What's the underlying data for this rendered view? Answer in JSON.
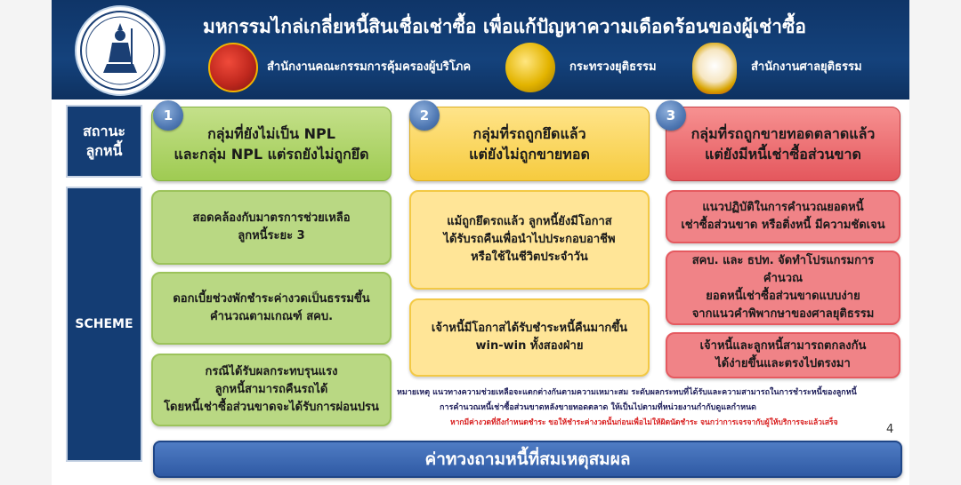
{
  "header": {
    "title": "มหกรรมไกล่เกลี่ยหนี้สินเชื่อเช่าซื้อ เพื่อแก้ปัญหาความเดือดร้อนของผู้เช่าซื้อ",
    "agencies": [
      {
        "name": "สำนักงานคณะกรรมการคุ้มครองผู้บริโภค",
        "icon": "ocpb-seal-icon"
      },
      {
        "name": "กระทรวงยุติธรรม",
        "icon": "ministry-of-justice-seal-icon"
      },
      {
        "name": "สำนักงานศาลยุติธรรม",
        "icon": "office-of-courts-seal-icon"
      }
    ],
    "logo_icon": "bank-of-thailand-logo-icon"
  },
  "labels": {
    "status": "สถานะ\nลูกหนี้",
    "scheme": "SCHEME"
  },
  "groups": [
    {
      "number": "1",
      "title": "กลุ่มที่ยังไม่เป็น NPL\nและกลุ่ม NPL แต่รถยังไม่ถูกยึด",
      "color": "#a8d060"
    },
    {
      "number": "2",
      "title": "กลุ่มที่รถถูกยึดแล้ว\nแต่ยังไม่ถูกขายทอด",
      "color": "#f8d04a"
    },
    {
      "number": "3",
      "title": "กลุ่มที่รถถูกขายทอดตลาดแล้ว\nแต่ยังมีหนี้เช่าซื้อส่วนขาด",
      "color": "#e95e63"
    }
  ],
  "schemes": {
    "group1": [
      "สอดคล้องกับมาตรการช่วยเหลือ\nลูกหนี้ระยะ 3",
      "ดอกเบี้ยช่วงพักชำระค่างวดเป็นธรรมขึ้น\nคำนวณตามเกณฑ์ สคบ.",
      "กรณีได้รับผลกระทบรุนแรง\nลูกหนี้สามารถคืนรถได้\nโดยหนี้เช่าซื้อส่วนขาดจะได้รับการผ่อนปรน"
    ],
    "group2": [
      "แม้ถูกยึดรถแล้ว ลูกหนี้ยังมีโอกาส\nได้รับรถคืนเพื่อนำไปประกอบอาชีพ\nหรือใช้ในชีวิตประจำวัน",
      "เจ้าหนี้มีโอกาสได้รับชำระหนี้คืนมากขึ้น\nwin-win ทั้งสองฝ่าย"
    ],
    "group3": [
      "แนวปฏิบัติในการคำนวณยอดหนี้\nเช่าซื้อส่วนขาด หรือติ่งหนี้ มีความชัดเจน",
      "สคบ. และ ธปท. จัดทำโปรแกรมการคำนวณ\nยอดหนี้เช่าซื้อส่วนขาดแบบง่าย\nจากแนวคำพิพากษาของศาลยุติธรรม",
      "เจ้าหนี้และลูกหนี้สามารถตกลงกัน\nได้ง่ายขึ้นและตรงไปตรงมา"
    ]
  },
  "note": {
    "line1": "หมายเหตุ  แนวทางความช่วยเหลือจะแตกต่างกันตามความเหมาะสม ระดับผลกระทบที่ได้รับและความสามารถในการชำระหนี้ของลูกหนี้",
    "line2": "การคำนวณหนี้เช่าซื้อส่วนขาดหลังขายทอดตลาด ให้เป็นไปตามที่หน่วยงานกำกับดูแลกำหนด",
    "line3": "หากมีค่างวดที่ถึงกำหนดชำระ ขอให้ชำระค่างวดนั้นก่อนเพื่อไม่ให้ผิดนัดชำระ จนกว่าการเจรจากับผู้ให้บริการจะแล้วเสร็จ"
  },
  "page_number": "4",
  "footer": "ค่าทวงถามหนี้ที่สมเหตุสมผล",
  "colors": {
    "header_bg": "#14427c",
    "label_bg": "#143d74",
    "group1": "#b9d883",
    "group2": "#ffe597",
    "group3": "#f08387",
    "footer_bg": "#3a66b0",
    "note_red": "#d81e1e"
  }
}
